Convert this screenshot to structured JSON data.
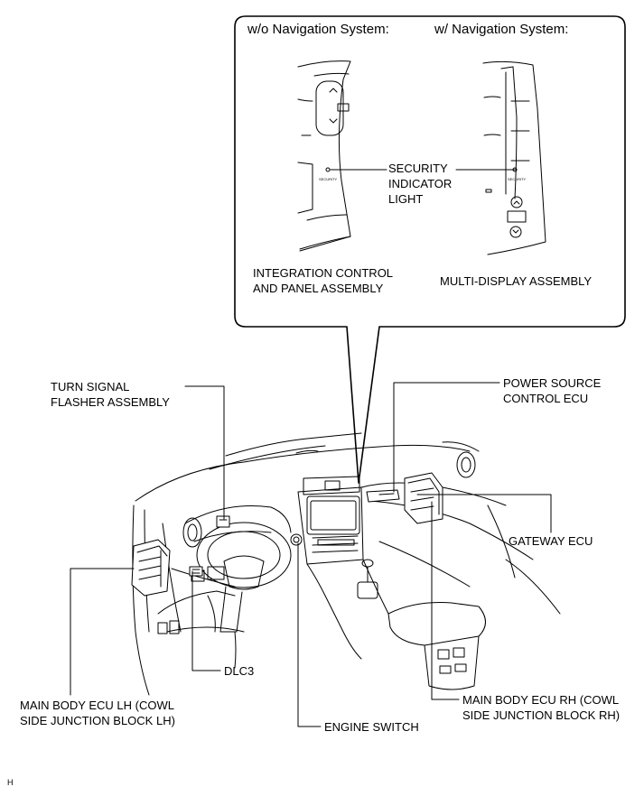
{
  "callout": {
    "header_left": "w/o Navigation System:",
    "header_right": "w/ Navigation System:",
    "security_label": [
      "SECURITY",
      "INDICATOR",
      "LIGHT"
    ],
    "panel_left_caption": [
      "INTEGRATION CONTROL",
      "AND PANEL ASSEMBLY"
    ],
    "panel_right_caption": "MULTI-DISPLAY ASSEMBLY",
    "button_text": "SECURITY"
  },
  "labels": {
    "turn_signal": [
      "TURN SIGNAL",
      "FLASHER ASSEMBLY"
    ],
    "power_source": [
      "POWER SOURCE",
      "CONTROL ECU"
    ],
    "gateway": "GATEWAY ECU",
    "dlc3": "DLC3",
    "main_body_lh": [
      "MAIN BODY ECU LH (COWL",
      "SIDE JUNCTION BLOCK LH)"
    ],
    "main_body_rh": [
      "MAIN BODY ECU RH (COWL",
      "SIDE JUNCTION BLOCK RH)"
    ],
    "engine_switch": "ENGINE SWITCH"
  },
  "figure_code": "H"
}
